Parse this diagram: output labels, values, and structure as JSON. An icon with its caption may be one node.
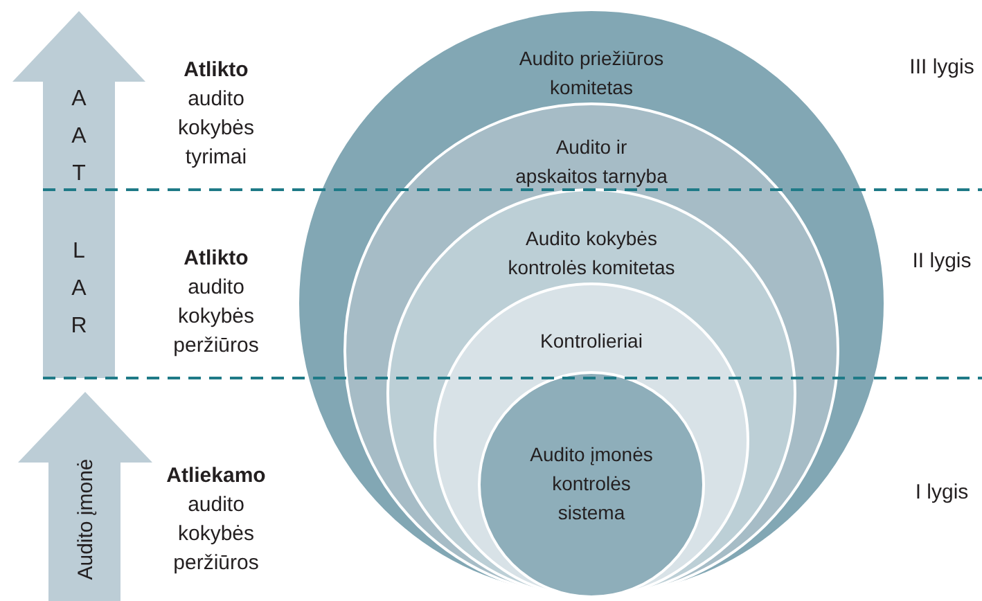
{
  "diagram": {
    "nodes": [
      {
        "text": [
          "Audito priežiūros komitetas"
        ]
      },
      {
        "text": [
          "Audito ir apskaitos tarnyba"
        ],
        "in": 0
      },
      {
        "text": [
          "Audito kokybės kontrolės komitetas"
        ],
        "in": 1
      },
      {
        "text": [
          "Kontrolieriai"
        ],
        "in": 2
      },
      {
        "text": [
          "Audito įmonės kontrolės sistema"
        ],
        "in": 3
      },
      {
        "text": [
          "AAT",
          "LAR"
        ]
      },
      {
        "text": [
          "Audito įmonė"
        ]
      }
    ],
    "labels": [
      "**Atlikto** audito kokybės tyrimai",
      "III lygis",
      "**Atlikto** audito kokybės peržiūros",
      "II lygis",
      "**Atliekamo** audito kokybės peržiūros",
      "I lygis"
    ]
  }
}
